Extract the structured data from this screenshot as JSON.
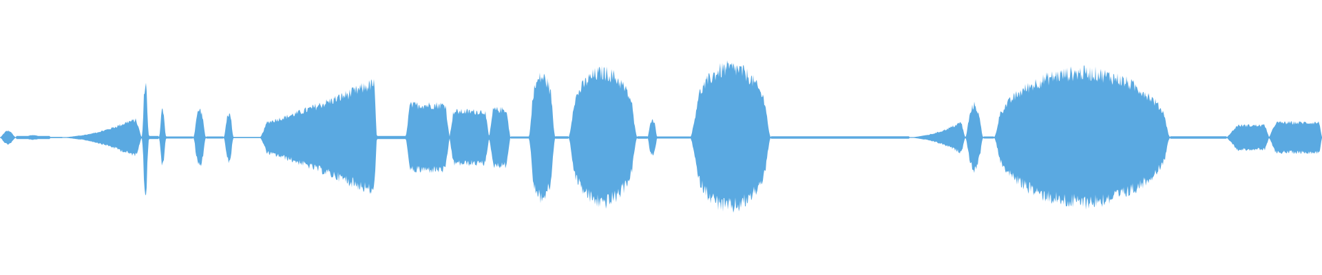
{
  "waveform": {
    "color": "#5aa9e1",
    "background": "#ffffff",
    "segments": [
      {
        "start": 0.0,
        "end": 0.012,
        "attack": 0.01,
        "release": 0.01,
        "amp": 0.2,
        "shape": "burst"
      },
      {
        "start": 0.012,
        "end": 0.038,
        "amp": 0.015
      },
      {
        "start": 0.018,
        "end": 0.032,
        "attack": 0.01,
        "release": 0.01,
        "amp": 0.05,
        "shape": "burst"
      },
      {
        "start": 0.038,
        "end": 0.047,
        "amp": 0.006
      },
      {
        "start": 0.047,
        "end": 0.107,
        "attack": 0.05,
        "release": 0.004,
        "amp": 0.2,
        "shape": "ramp"
      },
      {
        "start": 0.107,
        "end": 0.113,
        "attack": 0.002,
        "release": 0.002,
        "amp": 0.58,
        "shape": "spike"
      },
      {
        "start": 0.113,
        "end": 0.12,
        "amp": 0.015
      },
      {
        "start": 0.12,
        "end": 0.126,
        "attack": 0.002,
        "release": 0.002,
        "amp": 0.3,
        "shape": "spike"
      },
      {
        "start": 0.126,
        "end": 0.146,
        "amp": 0.01
      },
      {
        "start": 0.146,
        "end": 0.156,
        "attack": 0.002,
        "release": 0.002,
        "amp": 0.3,
        "shape": "spike"
      },
      {
        "start": 0.156,
        "end": 0.169,
        "amp": 0.01
      },
      {
        "start": 0.169,
        "end": 0.177,
        "attack": 0.002,
        "release": 0.002,
        "amp": 0.25,
        "shape": "spike"
      },
      {
        "start": 0.177,
        "end": 0.197,
        "amp": 0.006
      },
      {
        "start": 0.197,
        "end": 0.285,
        "attack": 0.005,
        "release": 0.002,
        "amp": 0.6,
        "shape": "ramp"
      },
      {
        "start": 0.285,
        "end": 0.307,
        "amp": 0.015
      },
      {
        "start": 0.307,
        "end": 0.34,
        "attack": 0.003,
        "release": 0.003,
        "amp": 0.35,
        "shape": "flat"
      },
      {
        "start": 0.34,
        "end": 0.37,
        "attack": 0.003,
        "release": 0.003,
        "amp": 0.28,
        "shape": "flat"
      },
      {
        "start": 0.37,
        "end": 0.386,
        "attack": 0.003,
        "release": 0.003,
        "amp": 0.3,
        "shape": "flat"
      },
      {
        "start": 0.386,
        "end": 0.4,
        "amp": 0.01
      },
      {
        "start": 0.4,
        "end": 0.42,
        "attack": 0.003,
        "release": 0.003,
        "amp": 0.65,
        "shape": "burst"
      },
      {
        "start": 0.42,
        "end": 0.43,
        "amp": 0.012
      },
      {
        "start": 0.43,
        "end": 0.482,
        "attack": 0.004,
        "release": 0.004,
        "amp": 0.7,
        "shape": "burst"
      },
      {
        "start": 0.482,
        "end": 0.49,
        "amp": 0.012
      },
      {
        "start": 0.49,
        "end": 0.497,
        "attack": 0.002,
        "release": 0.002,
        "amp": 0.18,
        "shape": "flat"
      },
      {
        "start": 0.497,
        "end": 0.522,
        "amp": 0.01
      },
      {
        "start": 0.522,
        "end": 0.583,
        "attack": 0.006,
        "release": 0.004,
        "amp": 0.75,
        "shape": "burst"
      },
      {
        "start": 0.583,
        "end": 0.688,
        "amp": 0.012
      },
      {
        "start": 0.688,
        "end": 0.73,
        "attack": 0.04,
        "release": 0.003,
        "amp": 0.18,
        "shape": "ramp"
      },
      {
        "start": 0.73,
        "end": 0.744,
        "attack": 0.002,
        "release": 0.002,
        "amp": 0.35,
        "shape": "spike"
      },
      {
        "start": 0.744,
        "end": 0.752,
        "amp": 0.01
      },
      {
        "start": 0.752,
        "end": 0.885,
        "attack": 0.004,
        "release": 0.004,
        "amp": 0.7,
        "shape": "burst"
      },
      {
        "start": 0.885,
        "end": 0.928,
        "amp": 0.012
      },
      {
        "start": 0.928,
        "end": 0.96,
        "attack": 0.008,
        "release": 0.003,
        "amp": 0.13,
        "shape": "flat"
      },
      {
        "start": 0.96,
        "end": 1.0,
        "attack": 0.005,
        "release": 0.002,
        "amp": 0.16,
        "shape": "flat"
      }
    ]
  }
}
